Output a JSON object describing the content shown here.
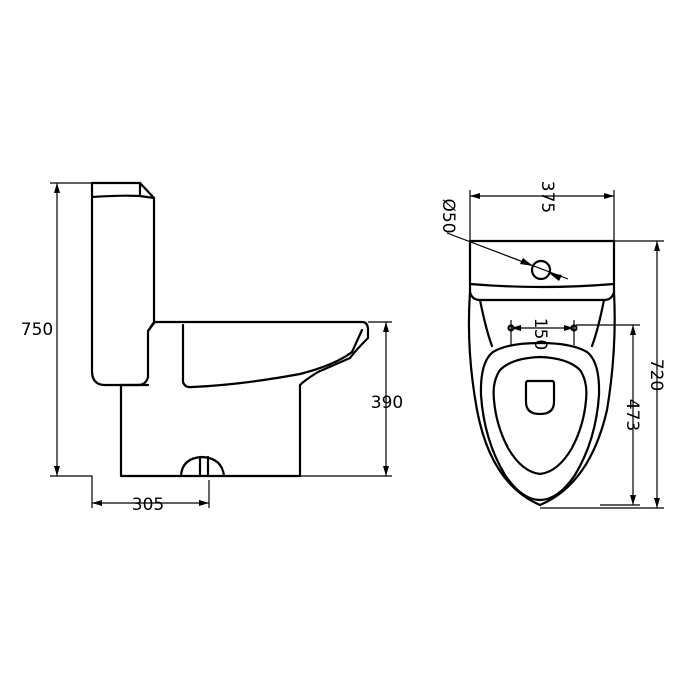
{
  "side_view": {
    "height_total": "750",
    "bowl_height": "390",
    "rough_in": "305"
  },
  "top_view": {
    "tank_width": "375",
    "inlet_diameter": "Ø50",
    "total_length": "720",
    "seat_hole_spacing": "150",
    "hole_to_front": "473"
  }
}
